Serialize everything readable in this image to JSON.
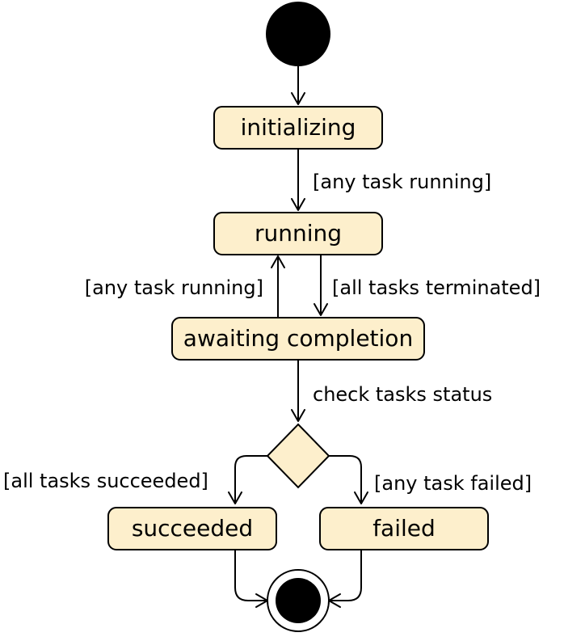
{
  "states": {
    "initializing": "initializing",
    "running": "running",
    "awaiting_completion": "awaiting completion",
    "succeeded": "succeeded",
    "failed": "failed"
  },
  "transitions": {
    "initializing_to_running": "[any task running]",
    "awaiting_to_running": "[any task running]",
    "running_to_awaiting": "[all tasks terminated]",
    "awaiting_to_decision": "check tasks status",
    "decision_to_succeeded": "[all tasks succeeded]",
    "decision_to_failed": "[any task failed]"
  },
  "colors": {
    "state_fill": "#fdefcc",
    "stroke": "#000000",
    "background": "#ffffff"
  }
}
